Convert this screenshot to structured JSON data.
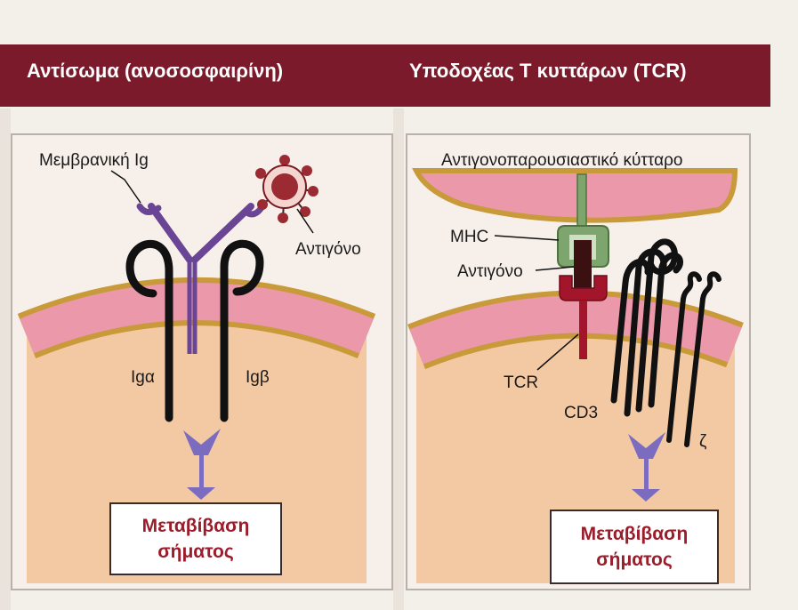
{
  "header": {
    "left_title": "Αντίσωμα (ανοσοσφαιρίνη)",
    "right_title": "Υποδοχέας Τ κυττάρων (TCR)"
  },
  "left_panel": {
    "membrane_ig_label": "Μεμβρανική Ig",
    "antigen_label": "Αντιγόνο",
    "ig_alpha_label": "Igα",
    "ig_beta_label": "Igβ",
    "signal_line1": "Μεταβίβαση",
    "signal_line2": "σήματος"
  },
  "right_panel": {
    "apc_label": "Αντιγονοπαρουσιαστικό κύτταρο",
    "mhc_label": "MHC",
    "antigen_label": "Αντιγόνο",
    "tcr_label": "TCR",
    "cd3_label": "CD3",
    "zeta_label": "ζ",
    "signal_line1": "Μεταβίβαση",
    "signal_line2": "σήματος"
  },
  "colors": {
    "header": "#7a1a2a",
    "cytoplasm": "#f3c9a4",
    "membrane_pink": "#ea98aa",
    "membrane_edge": "#c99a3a",
    "immunoglobulin": "#6a4595",
    "arrow": "#7b6cc0",
    "mhc": "#7fa56e",
    "tcr": "#a3152a",
    "antigen": "#9b2a32",
    "signal_text": "#9b1c2a"
  }
}
